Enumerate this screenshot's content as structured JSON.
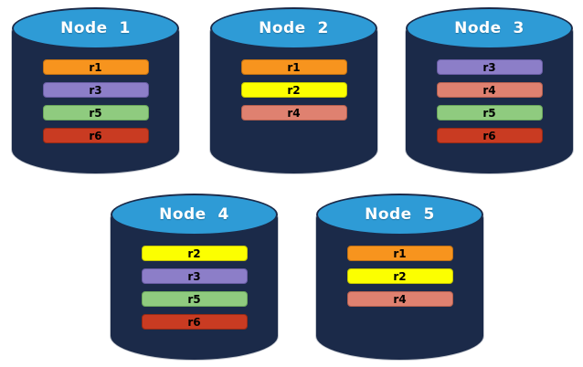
{
  "diagram": {
    "description": "database-nodes-replica-distribution"
  },
  "colors": {
    "cylinder_body": "#1B2A49",
    "cylinder_top": "#2E9BD6",
    "title_text": "#FFFFFF",
    "bar_text": "#000000",
    "replicas": {
      "r1": {
        "fill": "#F7941E",
        "border": "#BF7014"
      },
      "r2": {
        "fill": "#FCFF00",
        "border": "#C3C400"
      },
      "r3": {
        "fill": "#8C7EC8",
        "border": "#685CA3"
      },
      "r4": {
        "fill": "#DF8170",
        "border": "#B45F4E"
      },
      "r5": {
        "fill": "#8FCB7F",
        "border": "#6AA55B"
      },
      "r6": {
        "fill": "#C93B22",
        "border": "#962A15"
      }
    }
  },
  "nodes": [
    {
      "title": "Node  1",
      "replicas": [
        "r1",
        "r3",
        "r5",
        "r6"
      ]
    },
    {
      "title": "Node  2",
      "replicas": [
        "r1",
        "r2",
        "r4"
      ]
    },
    {
      "title": "Node  3",
      "replicas": [
        "r3",
        "r4",
        "r5",
        "r6"
      ]
    },
    {
      "title": "Node  4",
      "replicas": [
        "r2",
        "r3",
        "r5",
        "r6"
      ]
    },
    {
      "title": "Node  5",
      "replicas": [
        "r1",
        "r2",
        "r4"
      ]
    }
  ]
}
